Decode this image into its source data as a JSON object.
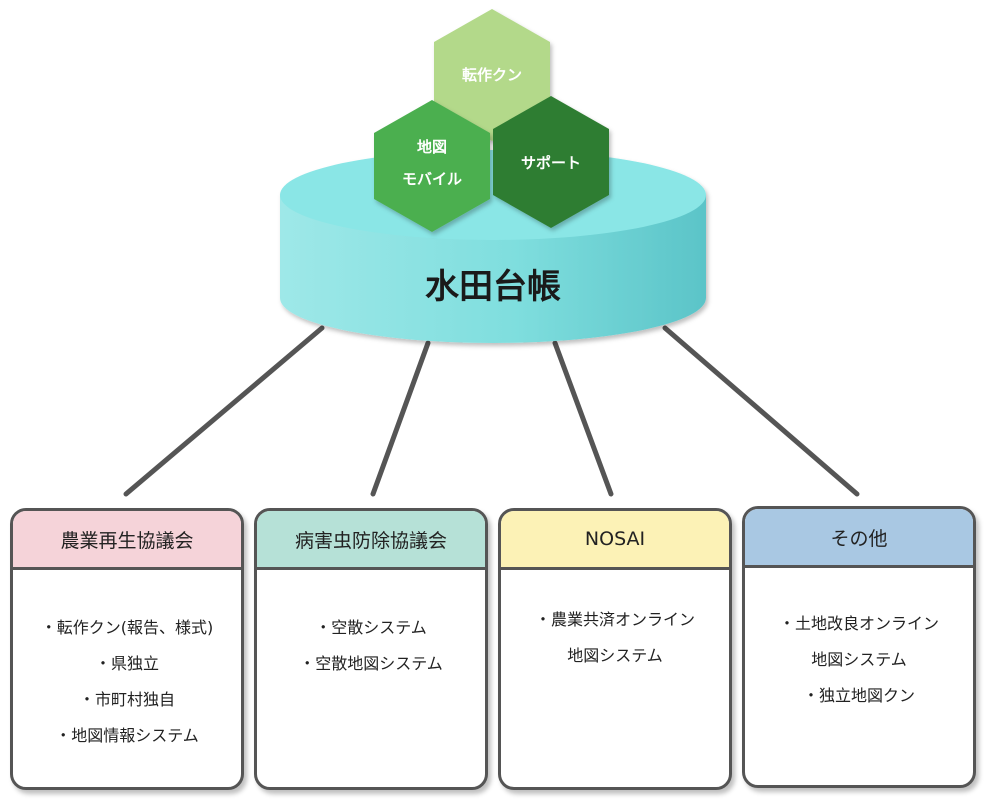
{
  "center": {
    "label": "水田台帳"
  },
  "hexagons": [
    {
      "id": "tensaku",
      "lines": [
        "転作クン"
      ],
      "color": "#b3d98a"
    },
    {
      "id": "chizu",
      "lines": [
        "地図",
        "モバイル"
      ],
      "color": "#4caf50"
    },
    {
      "id": "support",
      "lines": [
        "サポート"
      ],
      "color": "#2e7d32"
    }
  ],
  "colors": {
    "cylinder": "#80e0e0",
    "connector": "#555555"
  },
  "boxes": [
    {
      "title": "農業再生協議会",
      "header_color": "#f5d3d9",
      "items": [
        "・転作クン(報告、様式)",
        "・県独立",
        "・市町村独自",
        "・地図情報システム"
      ]
    },
    {
      "title": "病害虫防除協議会",
      "header_color": "#b6e1d7",
      "items": [
        "・空散システム",
        "・空散地図システム"
      ]
    },
    {
      "title": "NOSAI",
      "header_color": "#fcf2b6",
      "items": [
        "・農業共済オンライン",
        "地図システム"
      ]
    },
    {
      "title": "その他",
      "header_color": "#a9c8e3",
      "items": [
        "・土地改良オンライン",
        "地図システム",
        "・独立地図クン"
      ]
    }
  ]
}
